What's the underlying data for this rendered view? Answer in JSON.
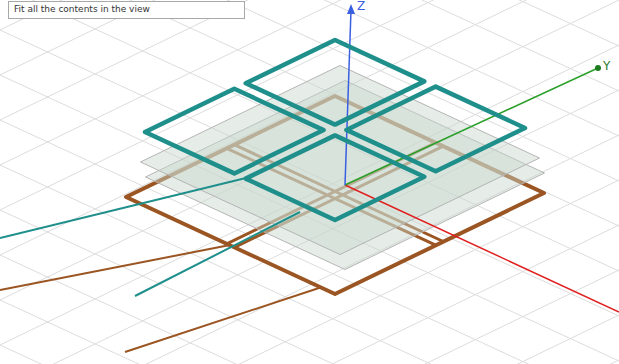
{
  "diagram": {
    "labels": [
      "Fit all the contents in the view",
      "Z",
      "Y"
    ]
  }
}
